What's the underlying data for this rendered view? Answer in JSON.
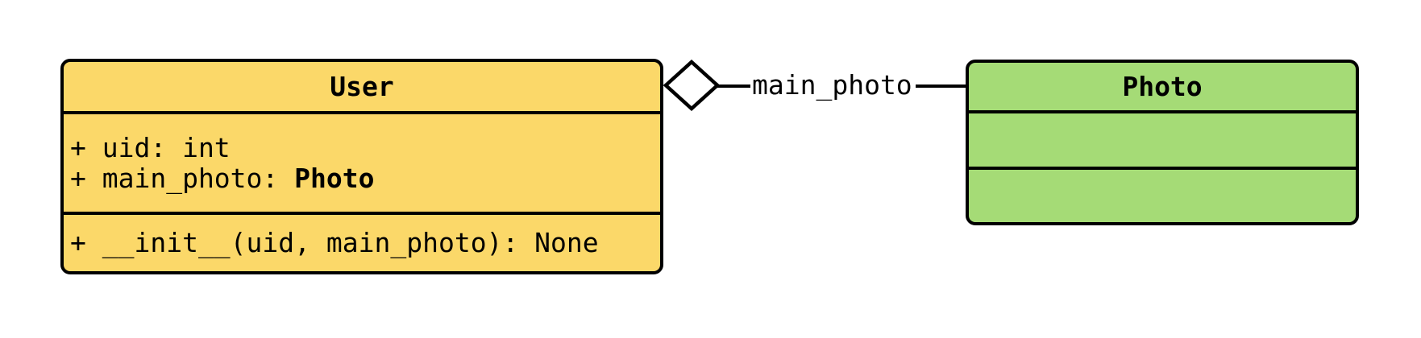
{
  "diagram": {
    "background": "#ffffff",
    "border_color": "#000000",
    "classes": [
      {
        "name": "User",
        "fill": "#FBD869",
        "attributes": [
          {
            "segments": [
              {
                "text": "+ uid: int",
                "bold": false
              }
            ]
          },
          {
            "segments": [
              {
                "text": "+ main_photo: ",
                "bold": false
              },
              {
                "text": "Photo",
                "bold": true
              }
            ]
          }
        ],
        "methods": [
          {
            "segments": [
              {
                "text": "+ __init__(uid, main_photo): None",
                "bold": false
              }
            ]
          }
        ]
      },
      {
        "name": "Photo",
        "fill": "#A5DB76",
        "attributes": [],
        "methods": []
      }
    ],
    "edge": {
      "label": "main_photo",
      "from": "User",
      "to": "Photo",
      "relation": "aggregation",
      "diamond_fill": "#ffffff",
      "line_color": "#000000"
    }
  }
}
